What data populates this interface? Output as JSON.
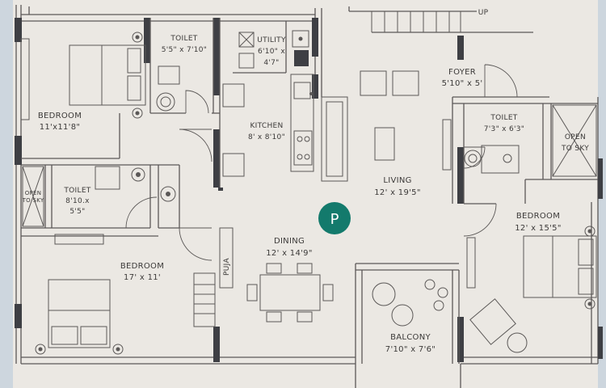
{
  "rooms": {
    "bedroom1": {
      "name": "BEDROOM",
      "size": "11'x11'8\""
    },
    "toilet1": {
      "name": "TOILET",
      "size": "5'5\" x 7'10\""
    },
    "utility": {
      "name": "UTILITY",
      "size_a": "6'10\" x",
      "size_b": "4'7\""
    },
    "kitchen": {
      "name": "KITCHEN",
      "size": "8' x 8'10\""
    },
    "foyer": {
      "name": "FOYER",
      "size": "5'10\" x 5'"
    },
    "toilet2": {
      "name": "TOILET",
      "size": "7'3\" x 6'3\""
    },
    "open_sky1": {
      "line1": "OPEN",
      "line2": "TO SKY"
    },
    "open_sky2": {
      "line1": "OPEN",
      "line2": "TO SKY"
    },
    "toilet3": {
      "name": "TOILET",
      "size_a": "8'10.x",
      "size_b": "5'5\""
    },
    "living": {
      "name": "LIVING",
      "size": "12' x 19'5\""
    },
    "bedroom2": {
      "name": "BEDROOM",
      "size": "12' x 15'5\""
    },
    "dining": {
      "name": "DINING",
      "size": "12' x 14'9\""
    },
    "bedroom3": {
      "name": "BEDROOM",
      "size": "17' x 11'"
    },
    "puja": {
      "name": "PUJA"
    },
    "balcony": {
      "name": "BALCONY",
      "size": "7'10\" x 7'6\""
    }
  },
  "stairs": {
    "label": "UP"
  },
  "parking": {
    "label": "P",
    "color": "#137a6c"
  },
  "colors": {
    "wall": "#5b5857",
    "dark_wall": "#3e3f44",
    "floor": "#ebe8e3",
    "right_panel": "#cfd8e0"
  }
}
